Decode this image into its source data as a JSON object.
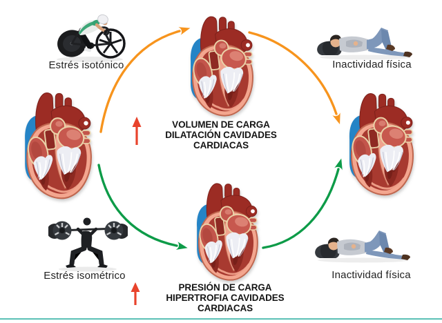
{
  "labels": {
    "isotonic": "Estrés isotónico",
    "isometric": "Estrés isométrico",
    "inactivity_top": "Inactividad física",
    "inactivity_bottom": "Inactividad física"
  },
  "captions": {
    "volume_line1": "VOLUMEN DE CARGA",
    "volume_line2": "DILATACIÓN CAVIDADES CARDIACAS",
    "pressure_line1": "PRESIÓN DE CARGA",
    "pressure_line2": "HIPERTROFIA CAVIDADES CARDIACAS"
  },
  "figures": {
    "cyclist": "cyclist on racing bike",
    "weightlifter": "athlete performing barbell squat",
    "lying_person_top": "person lying down resting",
    "lying_person_bottom": "person lying down resting",
    "heart_left": "heart cross-section",
    "heart_top": "heart cross-section (volume load)",
    "heart_bottom": "heart cross-section (pressure load)",
    "heart_right": "heart cross-section"
  },
  "colors": {
    "isotonic_path": "#F7941D",
    "isometric_path": "#0D9B48",
    "increase_arrow": "#E8432C",
    "bottom_rule": "#63C3B9"
  }
}
